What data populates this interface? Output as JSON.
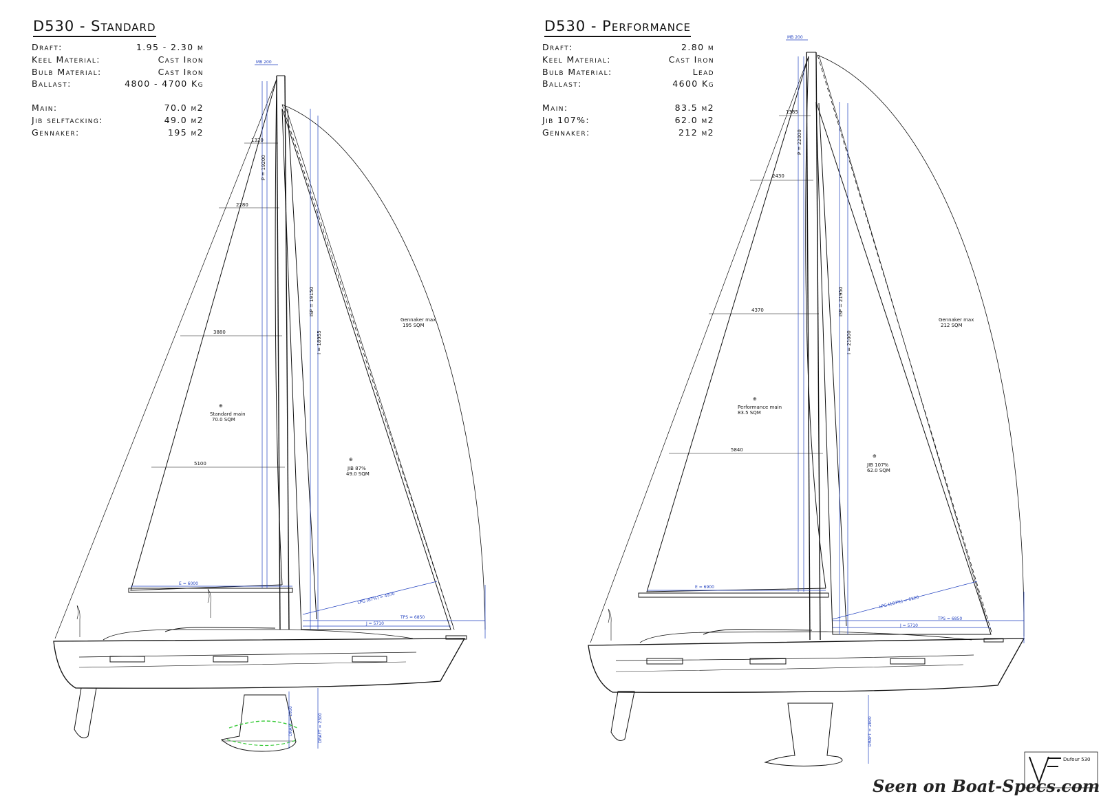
{
  "standard": {
    "title": "D530 - Standard",
    "specs": [
      {
        "label": "Draft:",
        "value": "1.95 - 2.30 m"
      },
      {
        "label": "Keel Material:",
        "value": "Cast Iron"
      },
      {
        "label": "Bulb Material:",
        "value": "Cast Iron"
      },
      {
        "label": "Ballast:",
        "value": "4800 - 4700 Kg"
      }
    ],
    "sails": [
      {
        "label": "Main:",
        "value": "70.0 m2"
      },
      {
        "label": "Jib selftacking:",
        "value": "49.0 m2"
      },
      {
        "label": "Gennaker:",
        "value": "195 m2"
      }
    ],
    "drawing": {
      "mb": "MB 200",
      "girth_1": "1320",
      "girth_2": "2280",
      "girth_3": "3880",
      "girth_4": "5100",
      "p": "P = 19200",
      "isp": "ISP = 19150",
      "i": "I = 18955",
      "main_label": "Standard main",
      "main_area": "70.0 SQM",
      "jib_label": "JIB 87%",
      "jib_area": "49.0 SQM",
      "gennaker_label": "Gennaker max",
      "gennaker_area": "195 SQM",
      "e": "E = 6000",
      "lpg": "LPG (87%) = 4970",
      "tps": "TPS = 6850",
      "j": "J = 5710",
      "draft_1": "DRAFT = 1950",
      "draft_2": "DRAFT = 2300"
    }
  },
  "performance": {
    "title": "D530 - Performance",
    "specs": [
      {
        "label": "Draft:",
        "value": "2.80 m"
      },
      {
        "label": "Keel Material:",
        "value": "Cast Iron"
      },
      {
        "label": "Bulb Material:",
        "value": "Lead"
      },
      {
        "label": "Ballast:",
        "value": "4600 Kg"
      }
    ],
    "sails": [
      {
        "label": "Main:",
        "value": "83.5 m2"
      },
      {
        "label": "Jib 107%:",
        "value": "62.0 m2"
      },
      {
        "label": "Gennaker:",
        "value": "212 m2"
      }
    ],
    "drawing": {
      "mb": "MB 200",
      "girth_1": "1385",
      "girth_2": "2430",
      "girth_3": "4370",
      "girth_4": "5840",
      "p": "P = 22000",
      "isp": "ISP = 21950",
      "i": "I = 21000",
      "main_label": "Performance main",
      "main_area": "83.5 SQM",
      "jib_label": "JIB 107%",
      "jib_area": "62.0 SQM",
      "gennaker_label": "Gennaker max",
      "gennaker_area": "212 SQM",
      "e": "E = 6900",
      "lpg": "LPG (107%) = 6120",
      "tps": "TPS = 6850",
      "j": "J = 5710",
      "draft_1": "DRAFT = 2800"
    }
  },
  "logo": {
    "text": "Dufour 530"
  },
  "watermark": "Seen on Boat-Specs.com",
  "colors": {
    "ink": "#111111",
    "dimension": "#1f3fbf",
    "highlight": "#3ccb3c"
  }
}
